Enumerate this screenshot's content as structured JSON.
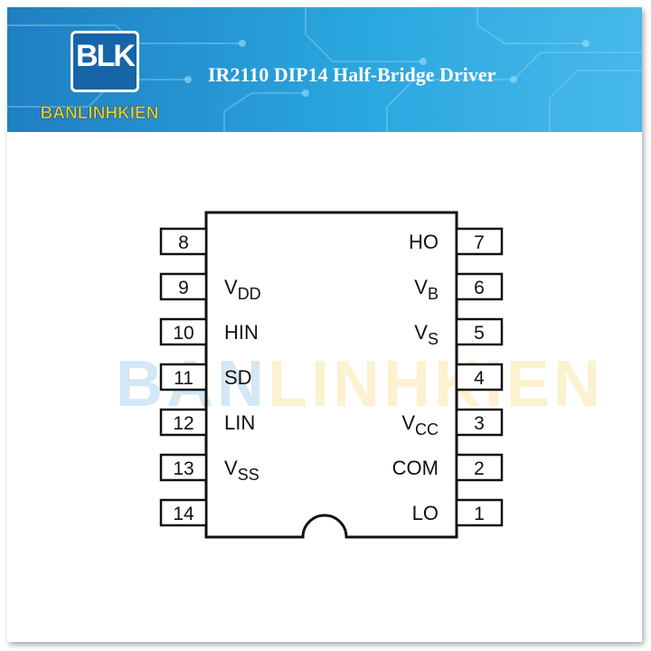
{
  "banner": {
    "title": "IR2110 DIP14 Half-Bridge Driver",
    "logo_mark": "BLK",
    "logo_name": "BANLINHKIEN"
  },
  "watermark": {
    "part1": "BAN",
    "part2": "LINHKIEN"
  },
  "pinout": {
    "left_pins": [
      {
        "num": "8",
        "name": "",
        "sub": ""
      },
      {
        "num": "9",
        "name": "V",
        "sub": "DD"
      },
      {
        "num": "10",
        "name": "HIN",
        "sub": ""
      },
      {
        "num": "11",
        "name": "SD",
        "sub": ""
      },
      {
        "num": "12",
        "name": "LIN",
        "sub": ""
      },
      {
        "num": "13",
        "name": "V",
        "sub": "SS"
      },
      {
        "num": "14",
        "name": "",
        "sub": ""
      }
    ],
    "right_pins": [
      {
        "num": "7",
        "name": "HO",
        "sub": ""
      },
      {
        "num": "6",
        "name": "V",
        "sub": "B"
      },
      {
        "num": "5",
        "name": "V",
        "sub": "S"
      },
      {
        "num": "4",
        "name": "",
        "sub": ""
      },
      {
        "num": "3",
        "name": "V",
        "sub": "CC"
      },
      {
        "num": "2",
        "name": "COM",
        "sub": ""
      },
      {
        "num": "1",
        "name": "LO",
        "sub": ""
      }
    ]
  }
}
